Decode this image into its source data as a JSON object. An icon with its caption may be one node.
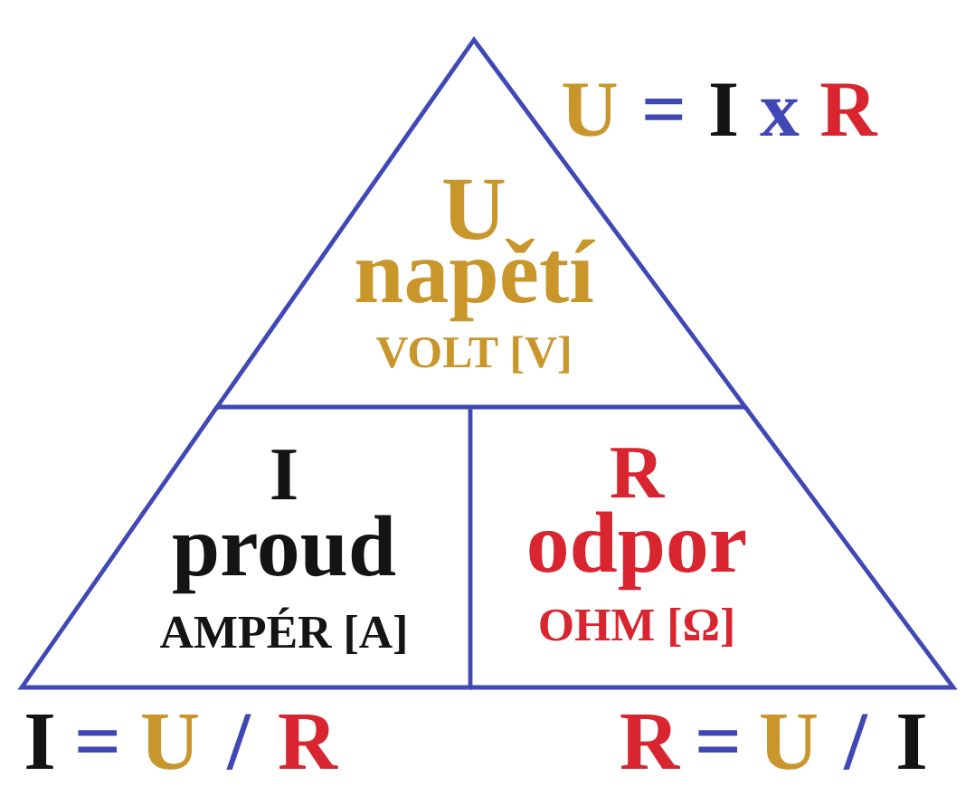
{
  "diagram": {
    "nodes": [
      {
        "text": [
          "U",
          "napětí",
          "VOLT [V]"
        ]
      },
      {
        "text": [
          "I",
          "proud",
          "AMPÉR [A]"
        ]
      },
      {
        "text": [
          "R",
          "odpor",
          "OHM [Ω]"
        ]
      }
    ],
    "labels": [
      "U",
      "=",
      "I",
      "x",
      "R",
      "I",
      "=",
      "U",
      "/",
      "R",
      "R",
      "=",
      "U",
      "/",
      "I"
    ]
  }
}
